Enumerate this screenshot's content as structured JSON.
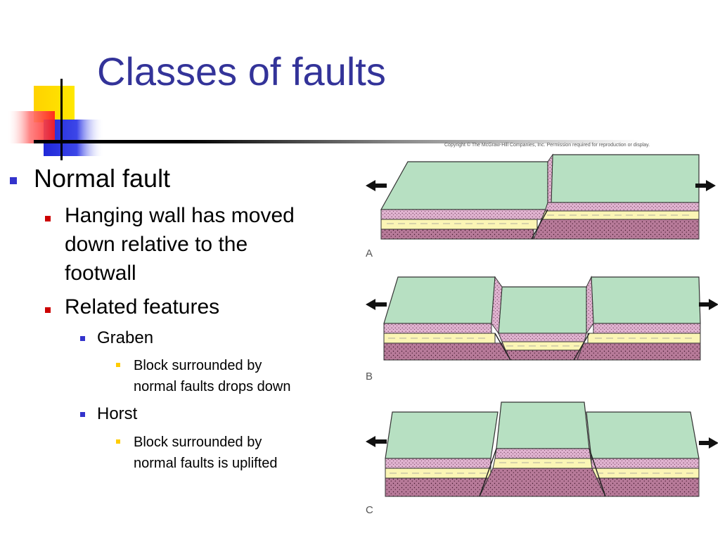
{
  "slide": {
    "title": "Classes of faults",
    "bullets": {
      "normal_fault": "Normal fault",
      "hanging_wall": [
        "Hanging wall has moved",
        "down relative to the",
        "footwall"
      ],
      "related_features": "Related features",
      "graben": "Graben",
      "graben_desc": [
        "Block surrounded by",
        "normal faults drops down"
      ],
      "horst": "Horst",
      "horst_desc": [
        "Block surrounded by",
        "normal faults is uplifted"
      ]
    }
  },
  "figure": {
    "copyright": "Copyright © The McGraw-Hill Companies, Inc. Permission required for reproduction or display.",
    "panels": [
      {
        "label": "A"
      },
      {
        "label": "B"
      },
      {
        "label": "C"
      }
    ]
  },
  "colors": {
    "title": "#333399",
    "bullet_l1": "#3333cc",
    "bullet_l2": "#cc0000",
    "bullet_l3": "#3333cc",
    "bullet_l4": "#ffcc00",
    "land_surface": "#b7e0c2",
    "pink_layer": "#dfb2cf",
    "sand_layer": "#fbf5b5",
    "maroon_layer": "#b77a99"
  },
  "icons": {
    "arrow_left": "arrow-left-icon",
    "arrow_right": "arrow-right-icon"
  }
}
